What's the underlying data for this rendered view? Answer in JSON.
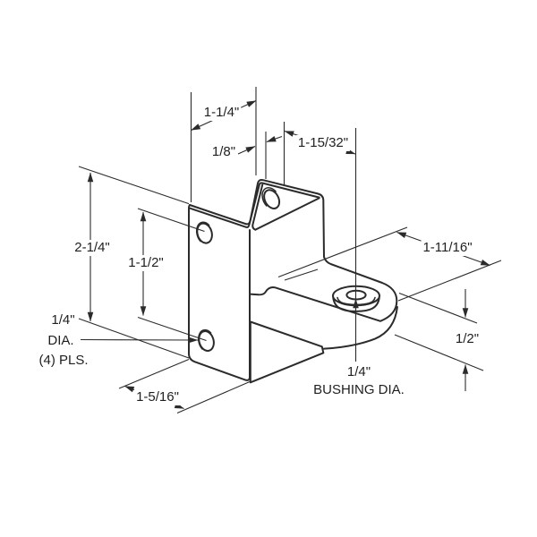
{
  "drawing": {
    "title": "stirrup hinge bracket with bushing - isometric dimension drawing",
    "colors": {
      "background": "#ffffff",
      "line": "#2b2b2b",
      "text": "#1f1f1f"
    },
    "dimensions": {
      "top_width": "1-1/4\"",
      "thickness": "1/8\"",
      "bushing_offset": "1-15/32\"",
      "plate_height": "2-1/4\"",
      "hole_spacing": "1-1/2\"",
      "mounting_holes": {
        "line1": "1/4\"",
        "line2": "DIA.",
        "line3": "(4) PLS."
      },
      "depth": "1-5/16\"",
      "arm_reach": "1-11/16\"",
      "arm_thickness": "1/2\"",
      "bushing": {
        "line1": "1/4\"",
        "line2": "BUSHING DIA."
      }
    }
  }
}
